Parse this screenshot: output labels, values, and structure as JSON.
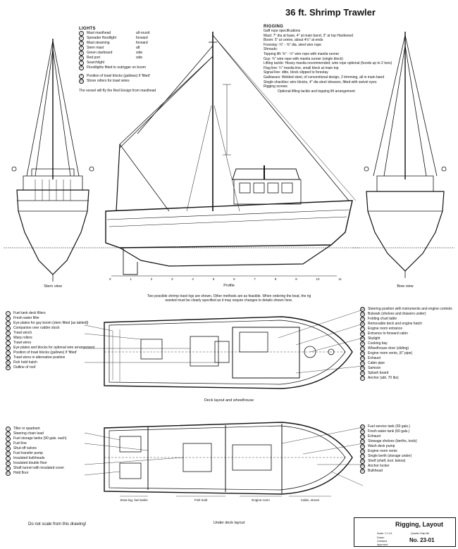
{
  "title": "36 ft. Shrimp Trawler",
  "lights": {
    "heading": "LIGHTS",
    "items": [
      {
        "name": "Mast masthead",
        "dir": "all-round"
      },
      {
        "name": "Spreader floodlight",
        "dir": "forward"
      },
      {
        "name": "Mast steaming",
        "dir": "forward"
      },
      {
        "name": "Stern mast",
        "dir": "aft"
      },
      {
        "name": "Green starboard",
        "dir": "side"
      },
      {
        "name": "Red port",
        "dir": "side"
      }
    ],
    "extra": [
      "Searchlight",
      "Floodlights fitted to outrigger on boom"
    ],
    "notes": [
      "Position of trawl blocks (gallows) if 'fitted'",
      "Shore rollers for trawl wires"
    ],
    "red_ensign": "The vessel will fly the Red Ensign from masthead"
  },
  "rigging": {
    "heading": "RIGGING",
    "items": [
      "Gaff rope specifications",
      "Mast: 7\" dia at base, 4\" at main band, 3\" at top Hardwood",
      "Boom: 5\" at centre, about 4½\" at ends",
      "Forestay: ⅔\" - ⅝\" dia. steel wire rope",
      "Shrouds:",
      "Topping lift: ⅜\" - ½\" wire rope with manila runner",
      "Guy: ¾\" wire rope with manila runner (single block)",
      "Lifting tackle: Heavy manila recommended; wire rope optional (hoods up to 2 tons)",
      "Flag line: ¼\" manila line, small block at main top",
      "Signal line: ditto, block slipped to forestay",
      "Gallowses: Welded steel, of conventional design, 2 trimming, all in main band",
      "Single shackles: wire blocks, 4\" dia steel sheaves, fitted with swivel eyes",
      "Rigging screws",
      "Optional lifting tackle and topping lift arrangement"
    ]
  },
  "views": {
    "stern": "Stern view",
    "profile": "Profile",
    "bow": "Bow view",
    "deck": "Deck layout and wheelhouse",
    "under": "Under deck layout"
  },
  "profile_scale": [
    "0",
    "1",
    "2",
    "3",
    "4",
    "5",
    "6",
    "7",
    "8",
    "9",
    "10",
    "11"
  ],
  "profile_note": [
    "Two possible shrimp trawl rigs are shown. Other methods are as feasible. When ordering the boat, the rig",
    "wanted must be clearly specified as it may require changes to details shown here."
  ],
  "deck_left": [
    "Fuel tank deck fillers",
    "Fresh water filler",
    "Eye plates for guy boom (stern fitted [as tabled])",
    "Companion over rudder stock",
    "Trawl winch",
    "Warp rollers",
    "Trawl wires",
    "Eye plates and blocks for optional wire arrangement",
    "Position of trawl blocks (gallows) if 'fitted'",
    "Trawl wires in alternative position",
    "Fish hold hatch",
    "Outline of roof"
  ],
  "deck_right": [
    "Steering position with instruments and engine controls",
    "Bulwark (shelves and drawers under)",
    "Folding chart table",
    "Removable deck and engine hatch",
    "Engine room entrance",
    "Entrance to forward cabin",
    "Skylight",
    "Cooking bay",
    "Wheelhouse door (sliding)",
    "Engine room vents, (6\" pipe)",
    "Exhaust",
    "Cabin pipe",
    "Samson",
    "Splash board",
    "Anchor (abt. 70 lbs)"
  ],
  "under_left": [
    "Tiller or quadrant",
    "Steering chain lead",
    "Fuel storage tanks (90 gals. each)",
    "Fuel line",
    "Shut-off valves",
    "Fuel transfer pump",
    "Insulated bulkheads",
    "Insulated double floor",
    "Shaft tunnel with insulated cover",
    "Hold floor"
  ],
  "under_right": [
    "Fuel service tank (60 gals.)",
    "Fresh water tank (60 gals.)",
    "Exhaust",
    "Stowage shelves (berths, tools)",
    "Wash deck pump",
    "Engine room vents",
    "Single berth (storage under)",
    "Shelf (shelf, tool. below)",
    "Anchor locker",
    "Bulkhead"
  ],
  "under_labels": {
    "stowage": "Stow-log, fuel tanks",
    "fish_hold": "Fish hold",
    "engine": "Engine room",
    "cabin": "Cabin, stores"
  },
  "footer": {
    "dont_scale": "Do not scale from this drawing!",
    "sheet_title": "Rigging, Layout",
    "drawing_no": "No. 23-01",
    "scale_label": "Scale: 1\"=1 ft",
    "small1": "Drawn",
    "small2": "Checked",
    "small3": "Approved",
    "small4": "Quarter Ship Mk"
  }
}
